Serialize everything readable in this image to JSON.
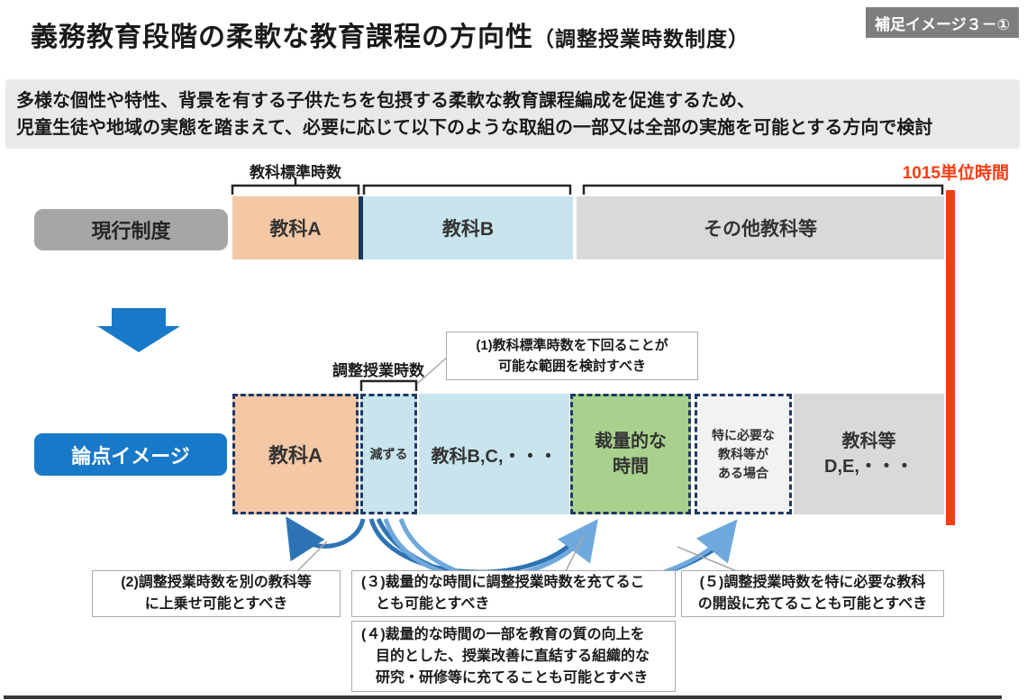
{
  "page": {
    "badge": "補足イメージ３－①",
    "title_main": "義務教育段階の柔軟な教育課程の方向性",
    "title_sub": "（調整授業時数制度）",
    "intro": "多様な個性や特性、背景を有する子供たちを包摂する柔軟な教育課程編成を促進するため、\n児童生徒や地域の実態を踏まえて、必要に応じて以下のような取組の一部又は全部の実施を可能とする方向で検討"
  },
  "diagram": {
    "standard_hours_label": "教科標準時数",
    "adjusted_hours_label": "調整授業時数",
    "total_hours_label": "1015単位時間",
    "current": {
      "row_label": "現行制度",
      "segments": [
        {
          "label": "教科A"
        },
        {
          "label": "教科B"
        },
        {
          "label": "その他教科等"
        }
      ]
    },
    "proposed": {
      "row_label": "論点イメージ",
      "segments": [
        {
          "label": "教科A"
        },
        {
          "label": "減ずる"
        },
        {
          "label": "教科B,C,・・・"
        },
        {
          "label": "裁量的な\n時間"
        },
        {
          "label": "特に必要な\n教科等が\nある場合"
        },
        {
          "label": "教科等\nD,E,・・・"
        }
      ]
    },
    "callouts": [
      {
        "id": "1",
        "text": "(1)教科標準時数を下回ることが\n可能な範囲を検討すべき"
      },
      {
        "id": "2",
        "text": "(2)調整授業時数を別の教科等\nに上乗せ可能とすべき"
      },
      {
        "id": "3",
        "text": "(３)裁量的な時間に調整授業時数を充てるこ\n　とも可能とすべき"
      },
      {
        "id": "4",
        "text": "(４)裁量的な時間の一部を教育の質の向上を\n　目的とした、授業改善に直結する組織的な\n　研究・研修等に充てることも可能とすべき"
      },
      {
        "id": "5",
        "text": "(５)調整授業時数を特に必要な教科\nの開設に充てることも可能とすべき"
      }
    ],
    "colors": {
      "subject_a": "#f4c7a5",
      "subject_b": "#c8e4ed",
      "other_subjects": "#d9d9d9",
      "discretionary_green": "#a9d18e",
      "special_case_gray": "#f2f2f2",
      "navy_border": "#1f3864",
      "accent_blue": "#1879c8",
      "arc_dark_blue": "#2e74b5",
      "arc_light_blue": "#6fa8dc",
      "red_accent": "#fa3c14",
      "label_gray": "#a6a6a6"
    }
  }
}
